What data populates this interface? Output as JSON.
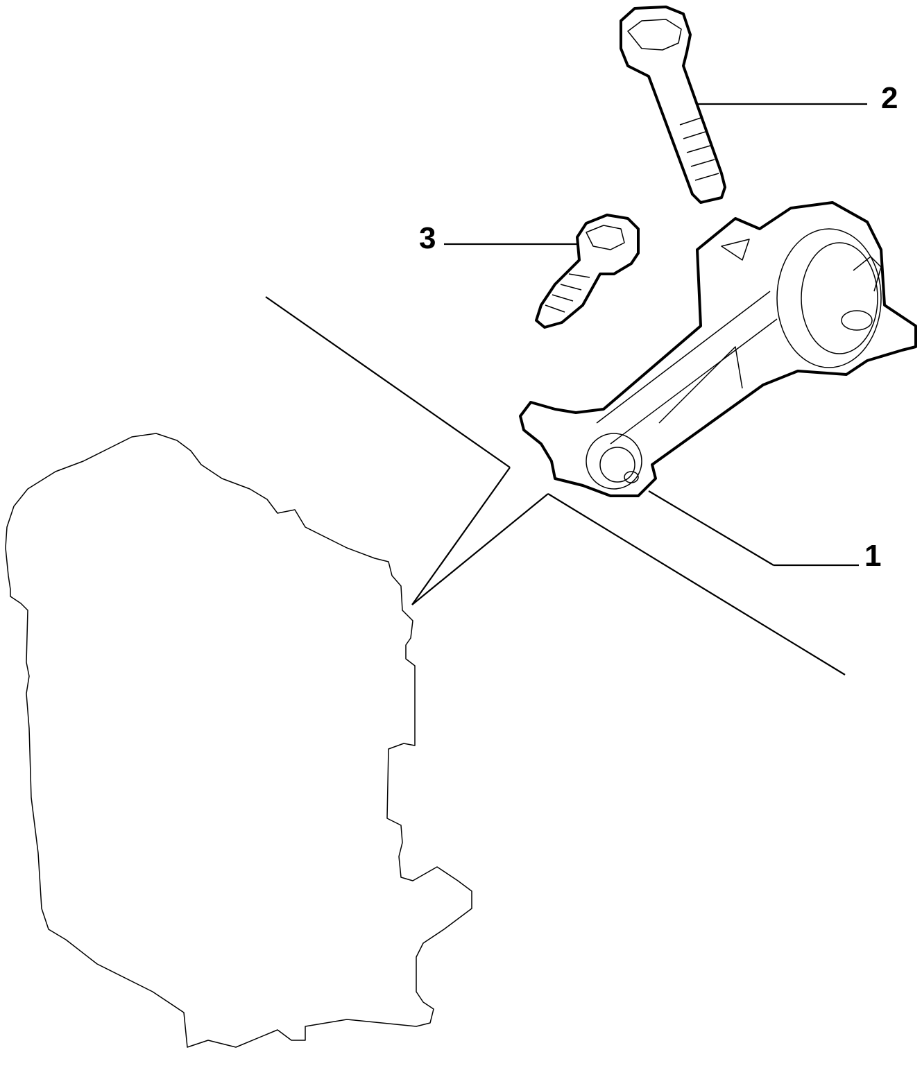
{
  "callouts": [
    {
      "id": "engine-mount",
      "label": "1"
    },
    {
      "id": "long-bolt",
      "label": "2"
    },
    {
      "id": "short-bolt",
      "label": "3"
    }
  ],
  "colors": {
    "line": "#000000",
    "background": "#ffffff"
  }
}
